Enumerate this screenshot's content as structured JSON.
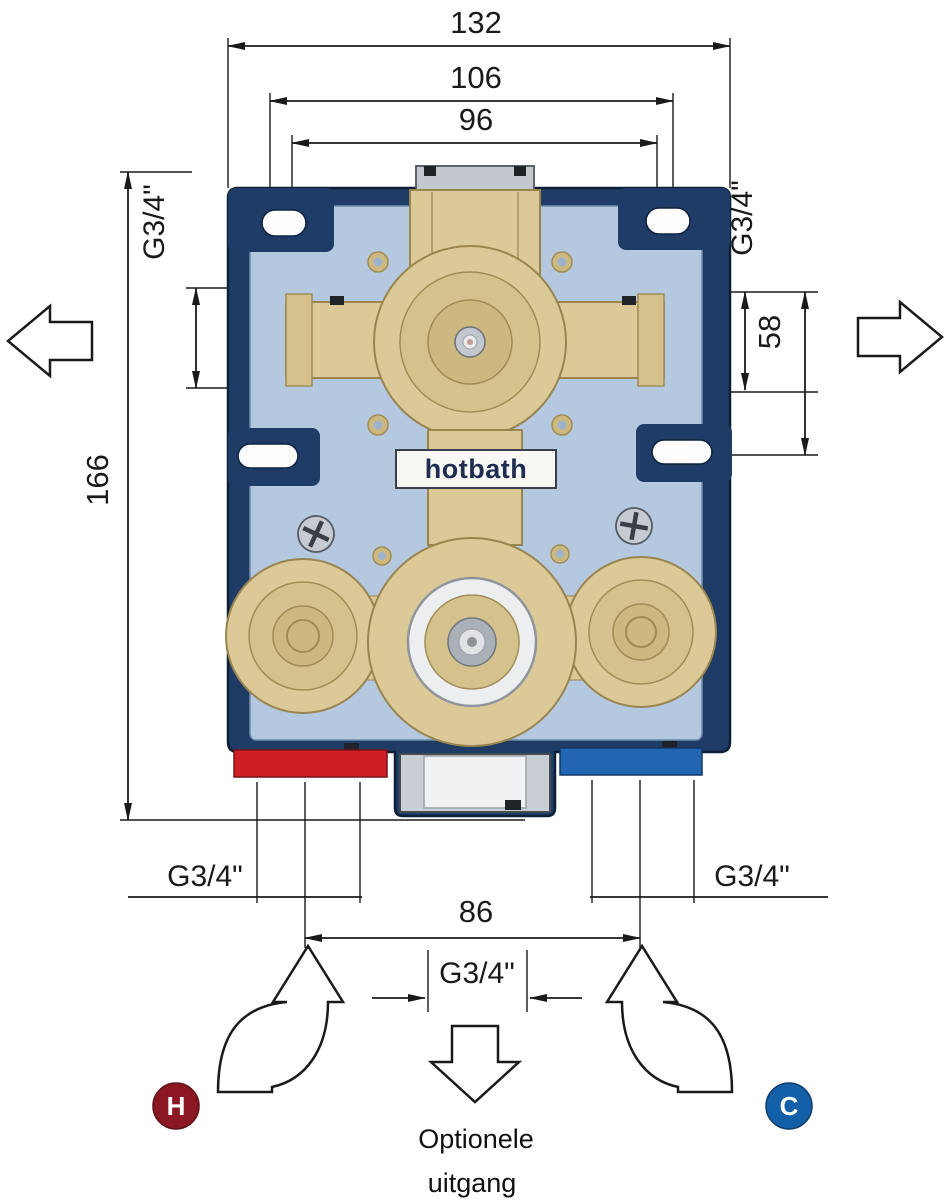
{
  "diagram": {
    "brand_label": "hotbath",
    "dims": {
      "d132": "132",
      "d106": "106",
      "d96": "96",
      "d166": "166",
      "d58": "58",
      "d86": "86"
    },
    "threads": {
      "left": "G3/4\"",
      "right": "G3/4\"",
      "bottom_left": "G3/4\"",
      "bottom_right": "G3/4\"",
      "bottom_center": "G3/4\""
    },
    "ports": {
      "hot": "H",
      "cold": "C"
    },
    "caption": {
      "line1": "Optionele",
      "line2": "uitgang"
    },
    "colors": {
      "hot_red": "#8b1722",
      "cold_blue": "#1460a8",
      "strip_red": "#cf1f26",
      "strip_blue": "#2265b0",
      "plate_navy": "#1e3c66",
      "panel_blue": "#b4c9df",
      "brass": "#dcc998"
    }
  }
}
